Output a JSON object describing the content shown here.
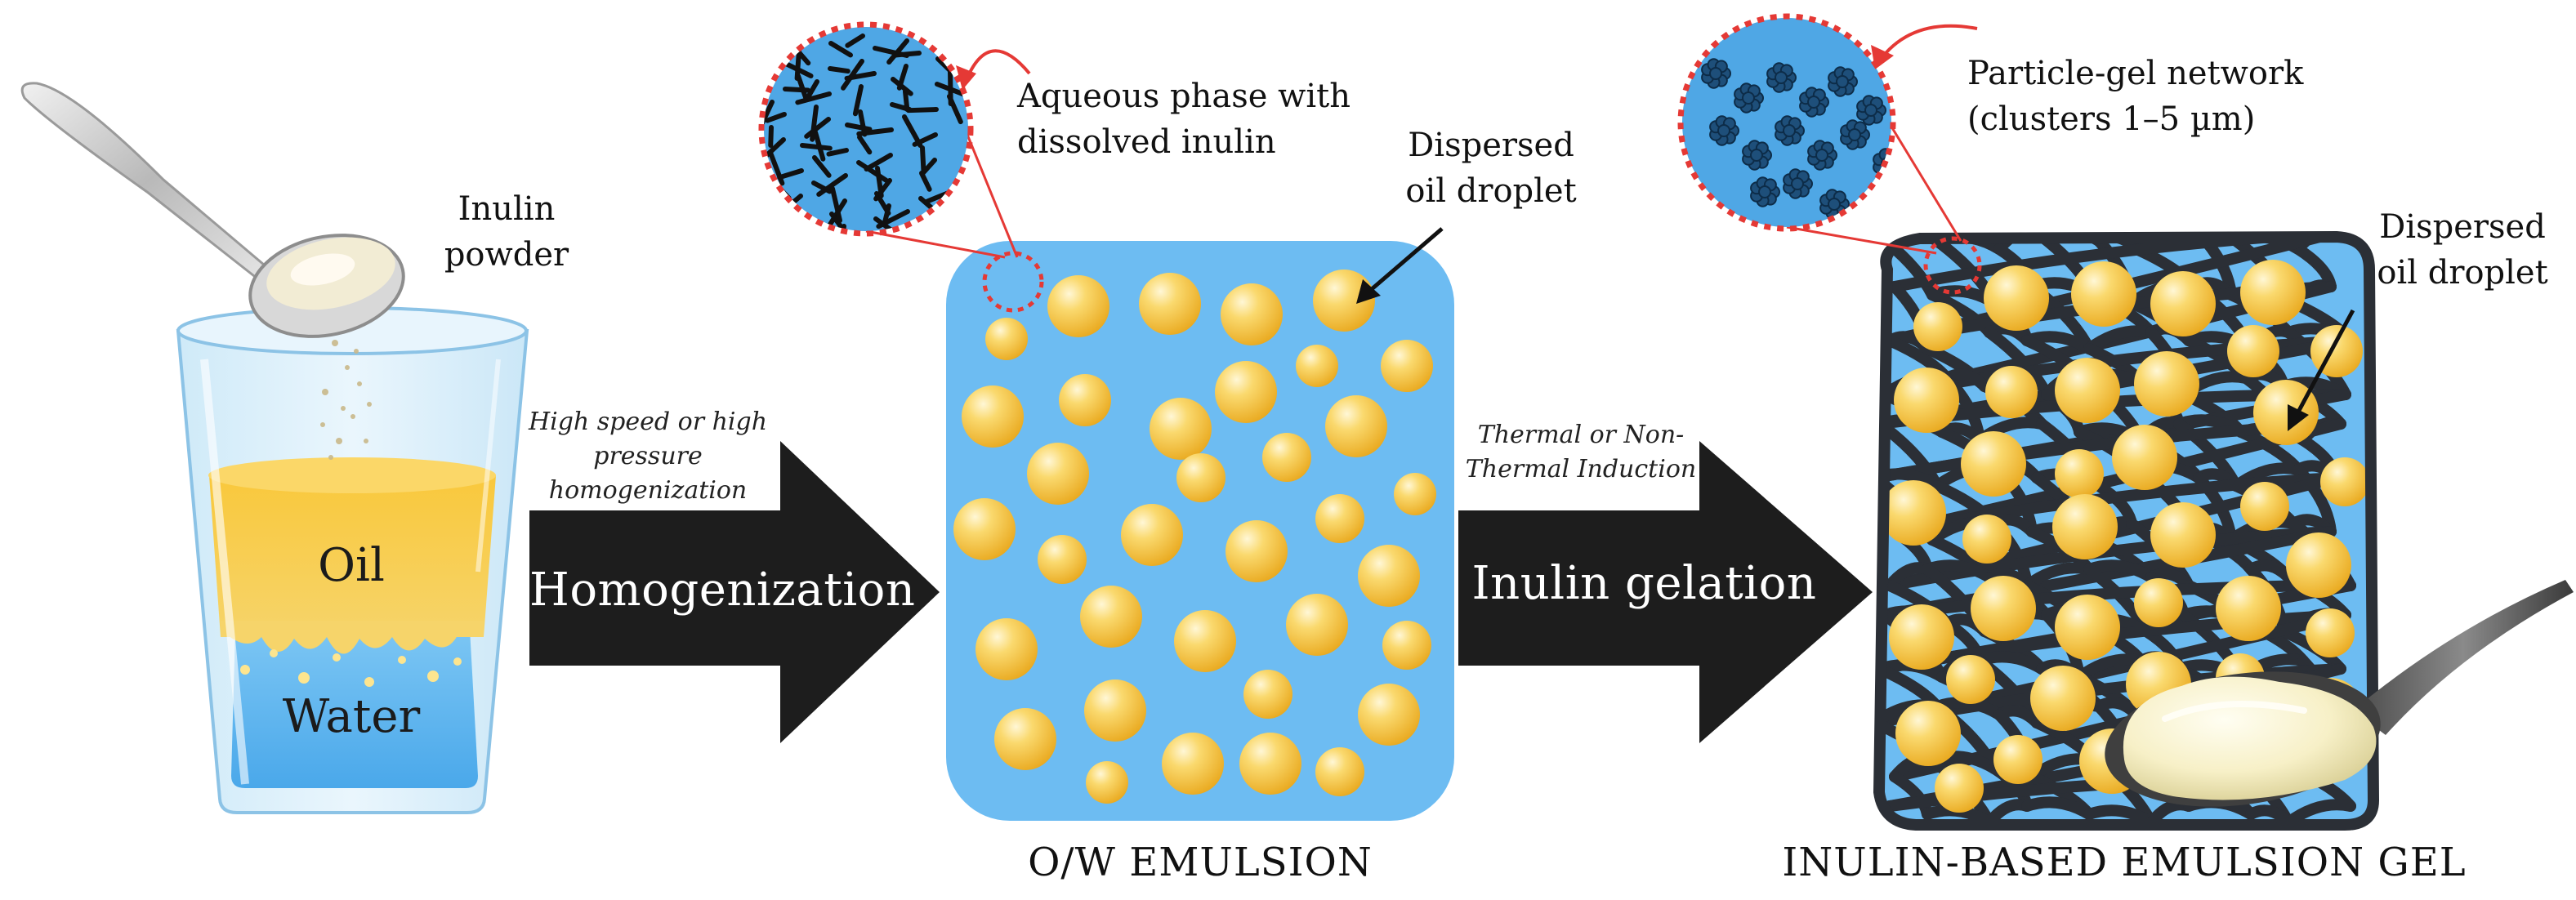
{
  "glass": {
    "powder_label_line1": "Inulin",
    "powder_label_line2": "powder",
    "oil_label": "Oil",
    "water_label": "Water"
  },
  "step1": {
    "method_line1": "High speed or high",
    "method_line2": "pressure",
    "method_line3": "homogenization",
    "arrow_label": "Homogenization"
  },
  "emulsion": {
    "inset_label_line1": "Aqueous phase with",
    "inset_label_line2": "dissolved inulin",
    "droplet_label_line1": "Dispersed",
    "droplet_label_line2": "oil droplet",
    "caption": "O/W EMULSION"
  },
  "step2": {
    "method_line1": "Thermal or Non-",
    "method_line2": "Thermal Induction",
    "arrow_label": "Inulin gelation"
  },
  "gel": {
    "inset_label_line1": "Particle-gel network",
    "inset_label_line2": "(clusters 1–5 µm)",
    "droplet_label_line1": "Dispersed",
    "droplet_label_line2": "oil droplet",
    "caption": "INULIN-BASED EMULSION GEL"
  },
  "colors": {
    "aqueous_blue": "#6dbcf2",
    "oil_yellow": "#f6c64a",
    "arrow_black": "#1d1d1d",
    "highlight_red": "#e53935",
    "gel_network": "#2b2f36"
  }
}
